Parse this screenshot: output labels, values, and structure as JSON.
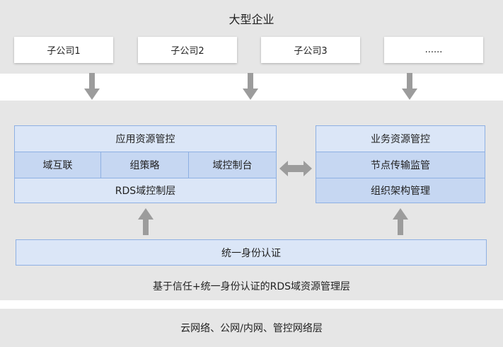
{
  "top": {
    "title": "大型企业",
    "subsidiaries": [
      "子公司1",
      "子公司2",
      "子公司3",
      "......"
    ]
  },
  "middle": {
    "app_panel": {
      "title": "应用资源管控",
      "items": [
        "域互联",
        "组策略",
        "域控制台"
      ],
      "layer": "RDS域控制层"
    },
    "biz_panel": {
      "title": "业务资源管控",
      "items": [
        "节点传输监管",
        "组织架构管理"
      ]
    },
    "identity": "统一身份认证",
    "caption": "基于信任+统一身份认证的RDS域资源管理层"
  },
  "bottom": {
    "caption": "云网络、公网/内网、管控网络层"
  },
  "colors": {
    "band": "#e6e6e6",
    "panel_border": "#8eb0e3",
    "panel_light": "#dbe6f7",
    "panel_mid": "#c6d7f2",
    "arrow": "#9c9c9c"
  },
  "icons": [
    "arrow-down-icon",
    "arrow-up-icon",
    "double-arrow-icon"
  ]
}
